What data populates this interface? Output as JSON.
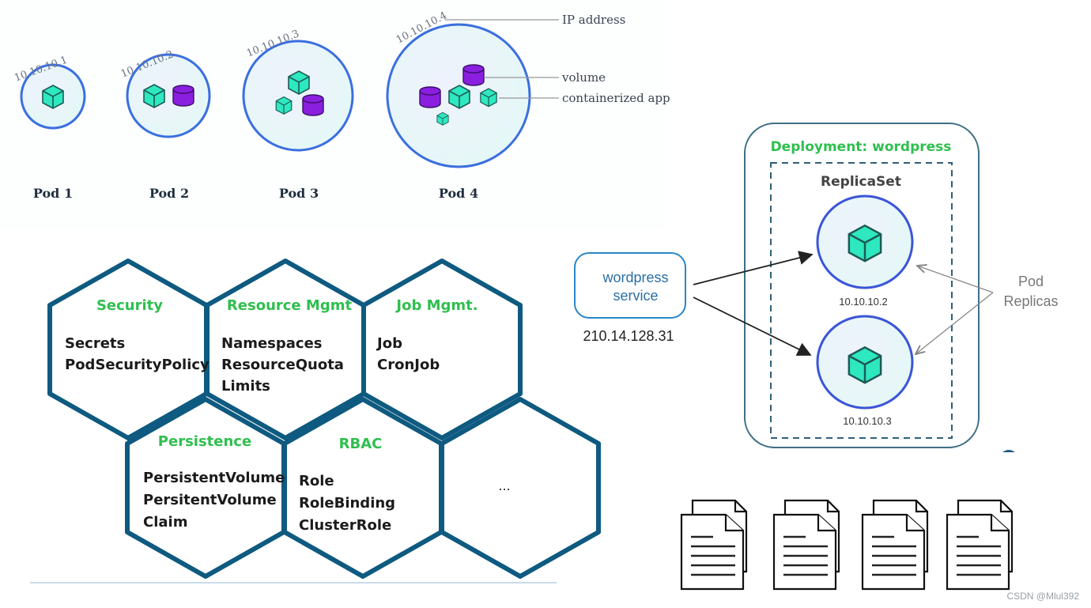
{
  "pods_diagram": {
    "pods": [
      {
        "label": "Pod 1",
        "ip": "10.10.10.1",
        "apps": 1,
        "volumes": 0
      },
      {
        "label": "Pod 2",
        "ip": "10.10.10.2",
        "apps": 1,
        "volumes": 1
      },
      {
        "label": "Pod 3",
        "ip": "10.10.10.3",
        "apps": 2,
        "volumes": 1
      },
      {
        "label": "Pod 4",
        "ip": "10.10.10.4",
        "apps": 3,
        "volumes": 2
      }
    ],
    "legend": {
      "ip": "IP address",
      "volume": "volume",
      "app": "containerized app"
    },
    "colors": {
      "pod_border": "#3b6fe0",
      "pod_fill": "#e8f3fb",
      "app": "#2ee8c0",
      "volume": "#8a1fe0"
    }
  },
  "hexagons": {
    "cells": [
      {
        "title": "Security",
        "items": [
          "Secrets",
          "PodSecurityPolicy"
        ]
      },
      {
        "title": "Resource Mgmt",
        "items": [
          "Namespaces",
          "ResourceQuota",
          "Limits"
        ]
      },
      {
        "title": "Job Mgmt.",
        "items": [
          "Job",
          "CronJob"
        ]
      },
      {
        "title": "Persistence",
        "items": [
          "PersistentVolume",
          "PersitentVolume",
          "Claim"
        ]
      },
      {
        "title": "RBAC",
        "items": [
          "Role",
          "RoleBinding",
          "ClusterRole"
        ]
      },
      {
        "title": "",
        "items": [
          "..."
        ]
      }
    ],
    "colors": {
      "border": "#0e5a80",
      "title": "#2fbf4f"
    }
  },
  "deployment": {
    "service": {
      "line1": "wordpress",
      "line2": "service",
      "ip": "210.14.128.31"
    },
    "title": "Deployment: wordpress",
    "replicaset": "ReplicaSet",
    "replicas": [
      {
        "ip": "10.10.10.2"
      },
      {
        "ip": "10.10.10.3"
      }
    ],
    "replica_label": {
      "line1": "Pod",
      "line2": "Replicas"
    }
  },
  "documents": {
    "count": 4
  },
  "watermark": "CSDN @Mlul392"
}
